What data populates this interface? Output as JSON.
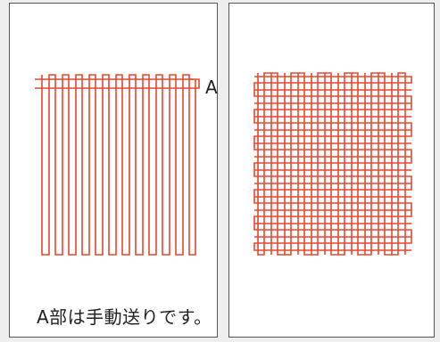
{
  "left_panel": {
    "point_label": "A",
    "note": "A部は手動送りです。"
  },
  "colors": {
    "stitch": "#e8472e",
    "frame": "#555555",
    "text": "#222222",
    "background": "#eeeeee",
    "panel": "#ffffff"
  },
  "icons": [
    "vertical-zigzag-stitch-pattern",
    "grid-stitch-pattern"
  ]
}
